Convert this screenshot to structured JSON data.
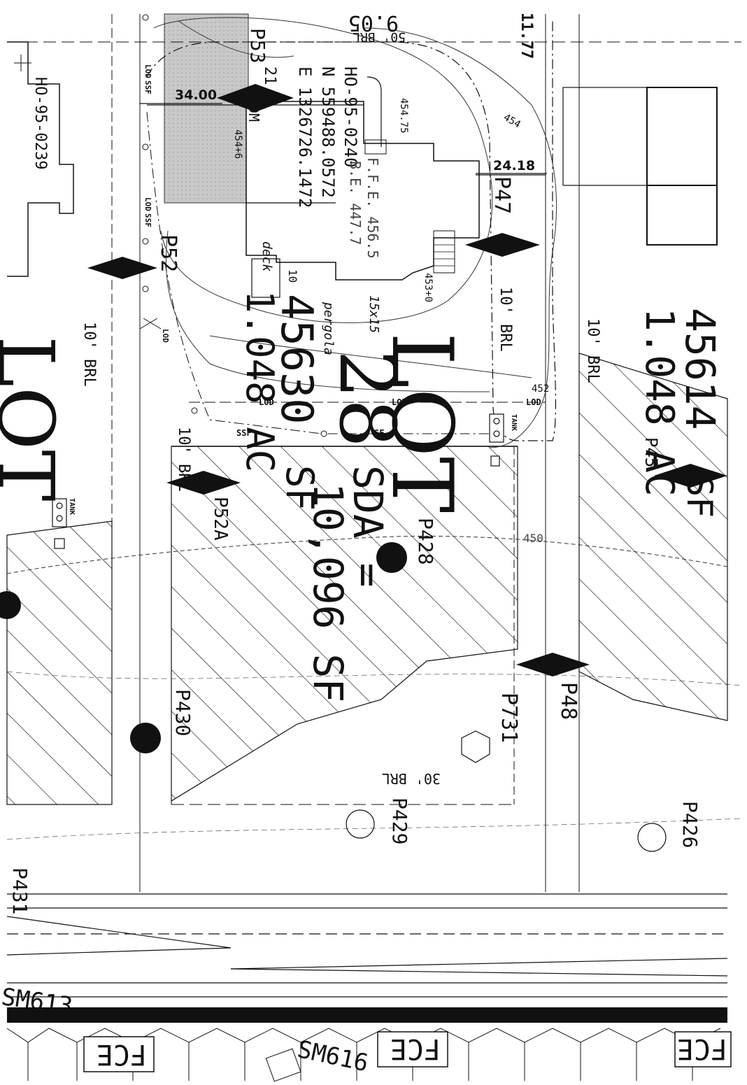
{
  "plat": {
    "lot_28": {
      "lot_word": "LOT",
      "lot_number": "28",
      "lot_id": "45630",
      "acreage": "1.048 AC",
      "sda": "SDA =",
      "sda_value": "10,096 SF",
      "sf": "SF"
    },
    "lot_neighbor_right": {
      "lot_id": "45614",
      "acreage": "1.048 AC",
      "sf": "SF"
    },
    "lot_neighbor_left": {
      "lot_word": "LOT"
    },
    "well": {
      "label": "HO-95-0240",
      "north": "N 559488.0572",
      "east": "E 1326726.1472",
      "prefix": "21",
      "dm": "DM"
    },
    "neighbor_well": "HO-95-0239",
    "house": {
      "ffe": "F.F.E. 456.5",
      "be": "B.E. 447.7",
      "deck": "deck",
      "deck_size": "10",
      "pergola": "pergola",
      "pergola_size": "15x15"
    },
    "elevations": [
      "454.75",
      "454+6",
      "454",
      "453+0",
      "452",
      "450"
    ],
    "dimensions": [
      "34.00",
      "24.18"
    ],
    "brl_labels": [
      "50' BRL",
      "10' BRL",
      "10' BRL",
      "10' BRL",
      "10' BRL",
      "30' BRL"
    ],
    "perc_diamonds": [
      "P52",
      "P47",
      "P52A",
      "P48",
      "P45",
      "P53"
    ],
    "perc_solid": [
      "P428",
      "P430"
    ],
    "perc_open": [
      "P429",
      "P426"
    ],
    "perc_hex": [
      "P731"
    ],
    "perc_other": [
      "P431"
    ],
    "lod_labels": [
      "LOD",
      "LOD",
      "LOD",
      "LOD",
      "LOD",
      "LOD"
    ],
    "sf_labels": [
      "SSF",
      "SSF",
      "SSF",
      "SF"
    ],
    "tank_labels": [
      "TANK",
      "TANK"
    ],
    "road_labels": [
      "SM616",
      "SM613"
    ],
    "handwritten": [
      "9.05",
      "11.77"
    ],
    "fce_labels": [
      "FCE",
      "FCE",
      "FCE"
    ]
  }
}
